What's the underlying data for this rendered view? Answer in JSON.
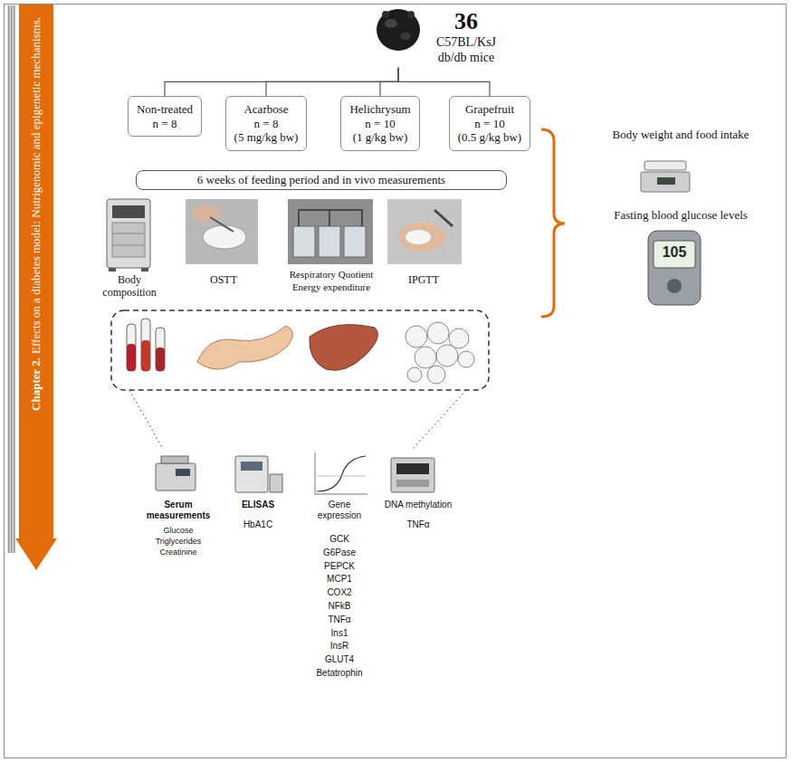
{
  "diagram": {
    "nodes": [
      {
        "text": [
          "Chapter 2.",
          "Effects on a diabetes model: Nutrigenomic and epigenetic mechanisms."
        ]
      },
      {
        "text": [
          "36",
          "C57BL/KsJ",
          "db/db mice"
        ]
      },
      {
        "text": [
          "Non-treated",
          "n = 8"
        ]
      },
      {
        "text": [
          "Acarbose",
          "n = 8",
          "(5 mg/kg bw)"
        ]
      },
      {
        "text": [
          "Helichrysum",
          "n = 10",
          "(1 g/kg bw)"
        ]
      },
      {
        "text": [
          "Grapefruit",
          "n = 10",
          "(0.5 g/kg bw)"
        ]
      },
      {
        "text": [
          "6 weeks of feeding period and in vivo measurements"
        ]
      }
    ],
    "edges": [
      {
        "from": 1,
        "to": 2,
        "arrow": "none"
      },
      {
        "from": 1,
        "to": 3,
        "arrow": "none"
      },
      {
        "from": 1,
        "to": 4,
        "arrow": "none"
      },
      {
        "from": 1,
        "to": 5,
        "arrow": "none"
      }
    ],
    "labels": [
      "Body composition",
      "OSTT",
      "Respiratory Quotient",
      "Energy expenditure",
      "IPGTT",
      "Body weight and food intake",
      "105",
      "Fasting blood glucose levels",
      "Serum measurements",
      "Glucose",
      "Triglycerides",
      "Creatinine",
      "ELISAS",
      "HbA1C",
      "Gene expression",
      "GCK",
      "G6Pase",
      "PEPCK",
      "MCP1",
      "COX2",
      "NFkB",
      "TNFα",
      "Ins1",
      "InsR",
      "GLUT4",
      "Betatrophin",
      "DNA methylation",
      "TNFα"
    ]
  }
}
